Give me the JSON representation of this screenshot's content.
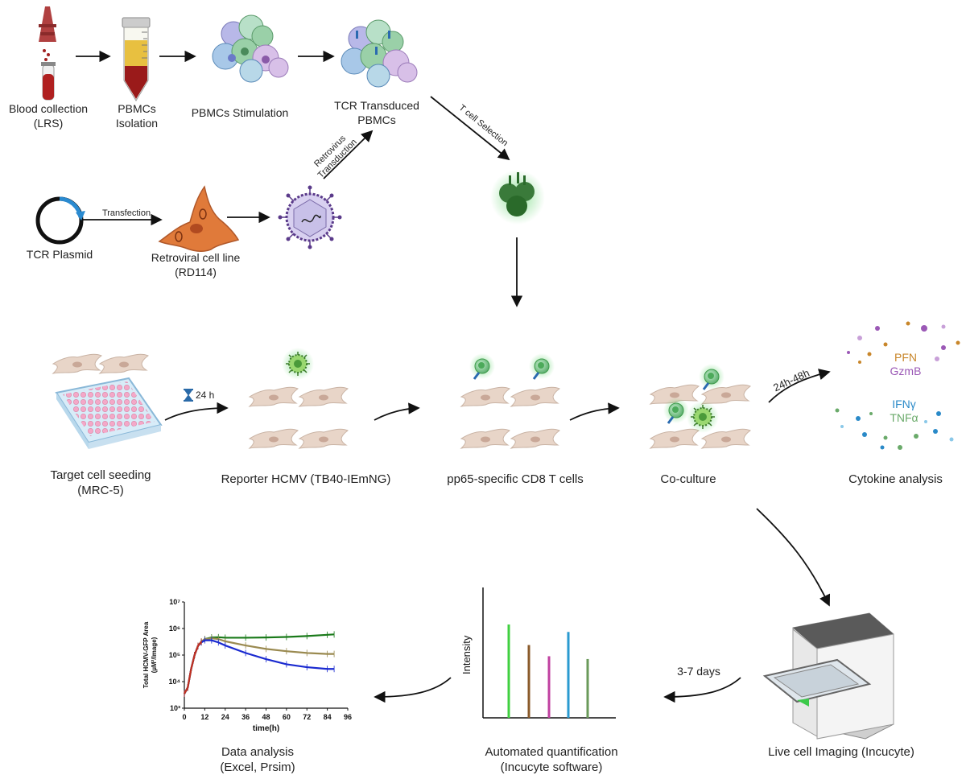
{
  "labels": {
    "blood_collection": "Blood collection\n(LRS)",
    "pbmcs_isolation": "PBMCs\nIsolation",
    "pbmcs_stimulation": "PBMCs Stimulation",
    "tcr_transduced": "TCR Transduced\nPBMCs",
    "tcr_plasmid": "TCR Plasmid",
    "transfection": "Transfection",
    "retroviral_cell_line": "Retroviral cell line\n(RD114)",
    "retrovirus_transduction": "Retrovirus\nTransduction",
    "t_cell_selection": "T cell Selection",
    "target_cell_seeding": "Target cell seeding\n(MRC-5)",
    "reporter_hcmv": "Reporter HCMV (TB40-IEmNG)",
    "pp65_cd8": "pp65-specific CD8 T cells",
    "co_culture": "Co-culture",
    "cytokine_analysis": "Cytokine analysis",
    "duration_24h": "24 h",
    "duration_24_48h": "24h-48h",
    "live_cell_imaging": "Live cell Imaging (Incucyte)",
    "days_3_7": "3-7 days",
    "automated_quantification": "Automated quantification\n(Incucyte software)",
    "data_analysis": "Data analysis\n(Excel, Prsim)",
    "intensity_axis": "Intensity"
  },
  "cytokines": {
    "pfn": "PFN",
    "gzmb": "GzmB",
    "ifng": "IFNγ",
    "tnfa": "TNFα"
  },
  "colors": {
    "pfn": "#c8862a",
    "gzmb": "#9b59b6",
    "ifng": "#2a8ac8",
    "tnfa": "#6aaa6a",
    "gfp_green": "#3cc94a",
    "fibroblast": "#e8d5c8",
    "retroviral_cell": "#e07a3a"
  },
  "intensity_bars": {
    "values": [
      1.0,
      0.78,
      0.66,
      0.92,
      0.63
    ],
    "colors": [
      "#40d040",
      "#8a5a2a",
      "#c040a0",
      "#2a9ad0",
      "#6a9a5a"
    ]
  },
  "chart_data": {
    "type": "line",
    "ylabel": "Total HCMV-GFP Area\n(µM²/Image)",
    "xlabel": "time(h)",
    "xlim": [
      0,
      96
    ],
    "ylim_log10": [
      3,
      7
    ],
    "xticks": [
      "0",
      "12",
      "24",
      "36",
      "48",
      "60",
      "72",
      "84",
      "96"
    ],
    "yticks": [
      "10³",
      "10⁴",
      "10⁵",
      "10⁶",
      "10⁷"
    ],
    "series": [
      {
        "color": "#1a7a1a",
        "x": [
          0,
          2,
          4,
          6,
          8,
          10,
          12,
          16,
          20,
          24,
          36,
          48,
          60,
          72,
          84,
          88
        ],
        "y": [
          3500,
          6000,
          30000,
          100000,
          220000,
          320000,
          400000,
          460000,
          470000,
          450000,
          450000,
          460000,
          480000,
          520000,
          580000,
          600000
        ]
      },
      {
        "color": "#9a8a50",
        "x": [
          0,
          2,
          4,
          6,
          8,
          10,
          12,
          16,
          20,
          24,
          36,
          48,
          60,
          72,
          84,
          88
        ],
        "y": [
          3500,
          6000,
          30000,
          100000,
          220000,
          320000,
          400000,
          430000,
          400000,
          330000,
          230000,
          170000,
          140000,
          120000,
          110000,
          110000
        ]
      },
      {
        "color": "#1a2ad0",
        "x": [
          0,
          2,
          4,
          6,
          8,
          10,
          12,
          16,
          20,
          24,
          36,
          48,
          60,
          72,
          84,
          88
        ],
        "y": [
          3500,
          6000,
          30000,
          100000,
          220000,
          300000,
          360000,
          360000,
          300000,
          230000,
          120000,
          70000,
          45000,
          35000,
          30000,
          30000
        ]
      },
      {
        "color": "#c03020",
        "x": [
          0,
          2,
          4,
          6,
          8,
          10
        ],
        "y": [
          3500,
          6000,
          30000,
          100000,
          220000,
          320000
        ]
      }
    ]
  }
}
